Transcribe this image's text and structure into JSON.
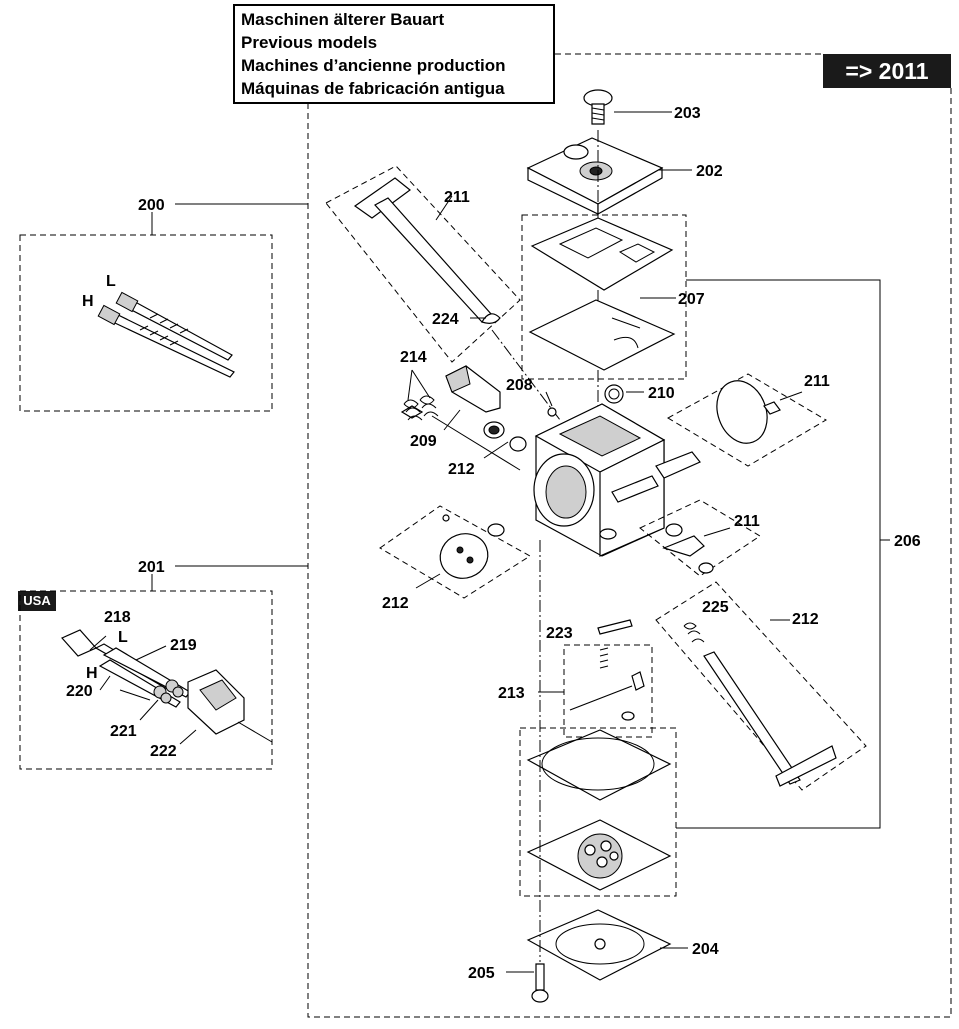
{
  "header": {
    "titles": [
      "Maschinen älterer Bauart",
      "Previous models",
      "Machines d’ancienne production",
      "Máquinas de fabricación antigua"
    ],
    "badge": "=> 2011",
    "usa_label": "USA"
  },
  "callouts": {
    "c200": "200",
    "c201": "201",
    "c202": "202",
    "c203": "203",
    "c204": "204",
    "c205": "205",
    "c206": "206",
    "c207": "207",
    "c208": "208",
    "c209": "209",
    "c210": "210",
    "c211a": "211",
    "c211b": "211",
    "c211c": "211",
    "c212a": "212",
    "c212b": "212",
    "c212c": "212",
    "c213": "213",
    "c214": "214",
    "c218": "218",
    "c219": "219",
    "c220": "220",
    "c221": "221",
    "c222": "222",
    "c223": "223",
    "c224": "224",
    "c225": "225",
    "L_top": "L",
    "H_top": "H",
    "L_bottom": "L",
    "H_bottom": "H"
  }
}
